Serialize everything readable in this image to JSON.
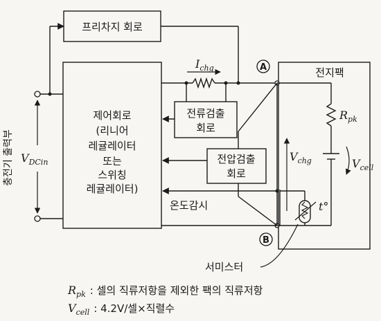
{
  "blocks": {
    "precharge": "프리차지 회로",
    "control": [
      "제어회로",
      "(리니어",
      "레귤레이터",
      "또는",
      "스위칭",
      "레귤레이터)"
    ],
    "current_detect": [
      "전류검출",
      "회로"
    ],
    "voltage_detect": [
      "전압검출",
      "회로"
    ],
    "battery_pack": "전지팩"
  },
  "labels": {
    "temp_sense": "온도감시",
    "thermistor": "서미스터",
    "charger_output": "충전기 출력부",
    "node_a": "A",
    "node_b": "B"
  },
  "symbols": {
    "i_chg": "I",
    "i_chg_sub": "chg",
    "v_dcin": "V",
    "v_dcin_sub": "DCin",
    "v_chg": "V",
    "v_chg_sub": "chg",
    "r_pk": "R",
    "r_pk_sub": "pk",
    "v_cell": "V",
    "v_cell_sub": "cell",
    "t_deg": "t°"
  },
  "legend": {
    "rpk_sym": "R",
    "rpk_sub": "pk",
    "rpk_text": ":  셀의 직류저항을 제외한 팩의 직류저항",
    "vcell_sym": "V",
    "vcell_sub": "cell",
    "vcell_text": ":  4.2V/셀×직렬수"
  }
}
